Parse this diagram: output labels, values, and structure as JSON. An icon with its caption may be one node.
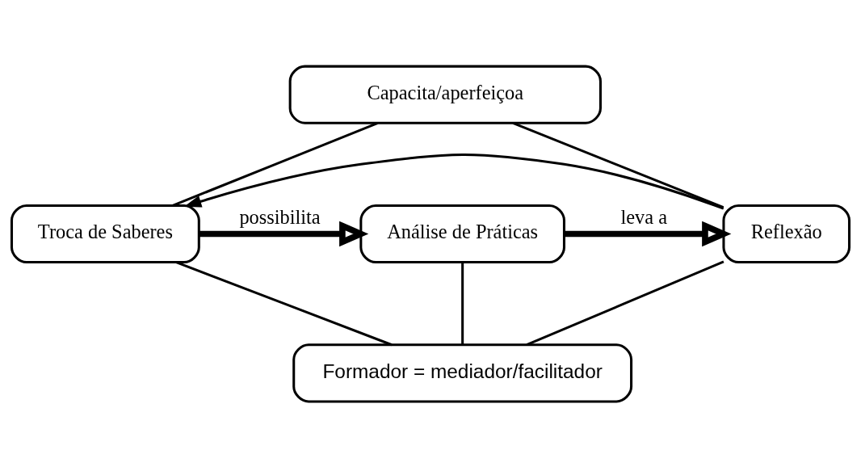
{
  "diagram": {
    "nodes": [
      {
        "text": [
          "Capacita/aperfeiçoa"
        ]
      },
      {
        "text": [
          "Troca de Saberes"
        ]
      },
      {
        "text": [
          "Análise de Práticas"
        ]
      },
      {
        "text": [
          "Reflexão"
        ]
      },
      {
        "text": [
          "Formador = mediador/facilitador"
        ]
      }
    ],
    "edges": [
      {
        "from": 1,
        "to": 2,
        "arrow": "to",
        "label": "possibilita",
        "style": "thick"
      },
      {
        "from": 2,
        "to": 3,
        "arrow": "to",
        "label": "leva a",
        "style": "thick"
      },
      {
        "from": 3,
        "to": 1,
        "arrow": "to"
      },
      {
        "from": 1,
        "to": 0,
        "arrow": "none"
      },
      {
        "from": 3,
        "to": 0,
        "arrow": "none"
      },
      {
        "from": 1,
        "to": 4,
        "arrow": "none"
      },
      {
        "from": 2,
        "to": 4,
        "arrow": "none"
      },
      {
        "from": 3,
        "to": 4,
        "arrow": "none"
      }
    ]
  }
}
